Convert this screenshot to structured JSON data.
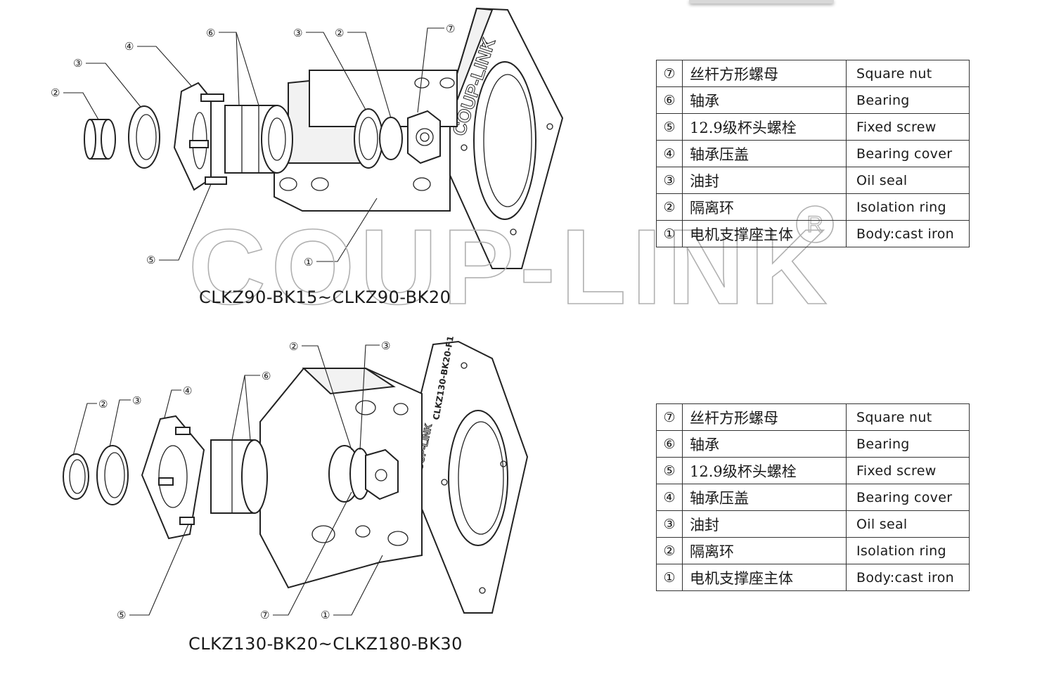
{
  "assemblies": [
    {
      "caption": "CLKZ90-BK15~CLKZ90-BK20",
      "brand_mark": "COUP-LINK",
      "parts": [
        {
          "num": "⑦",
          "cn": "丝杆方形螺母",
          "en": "Square nut"
        },
        {
          "num": "⑥",
          "cn": "轴承",
          "en": "Bearing"
        },
        {
          "num": "⑤",
          "cn": "12.9级杯头螺栓",
          "en": "Fixed screw"
        },
        {
          "num": "④",
          "cn": "轴承压盖",
          "en": "Bearing cover"
        },
        {
          "num": "③",
          "cn": "油封",
          "en": "Oil seal"
        },
        {
          "num": "②",
          "cn": "隔离环",
          "en": "Isolation ring"
        },
        {
          "num": "①",
          "cn": "电机支撑座主体",
          "en": "Body:cast iron"
        }
      ]
    },
    {
      "caption": "CLKZ130-BK20~CLKZ180-BK30",
      "brand_mark": "COUP-LINK",
      "model_mark": "CLKZ130-BK20-F1",
      "parts": [
        {
          "num": "⑦",
          "cn": "丝杆方形螺母",
          "en": "Square nut"
        },
        {
          "num": "⑥",
          "cn": "轴承",
          "en": "Bearing"
        },
        {
          "num": "⑤",
          "cn": "12.9级杯头螺栓",
          "en": "Fixed screw"
        },
        {
          "num": "④",
          "cn": "轴承压盖",
          "en": "Bearing cover"
        },
        {
          "num": "③",
          "cn": "油封",
          "en": "Oil seal"
        },
        {
          "num": "②",
          "cn": "隔离环",
          "en": "Isolation ring"
        },
        {
          "num": "①",
          "cn": "电机支撑座主体",
          "en": "Body:cast iron"
        }
      ]
    }
  ],
  "callouts": {
    "one": "①",
    "two": "②",
    "three": "③",
    "four": "④",
    "five": "⑤",
    "six": "⑥",
    "seven": "⑦"
  },
  "watermark": {
    "text": "COUP-LINK",
    "mark": "®"
  }
}
